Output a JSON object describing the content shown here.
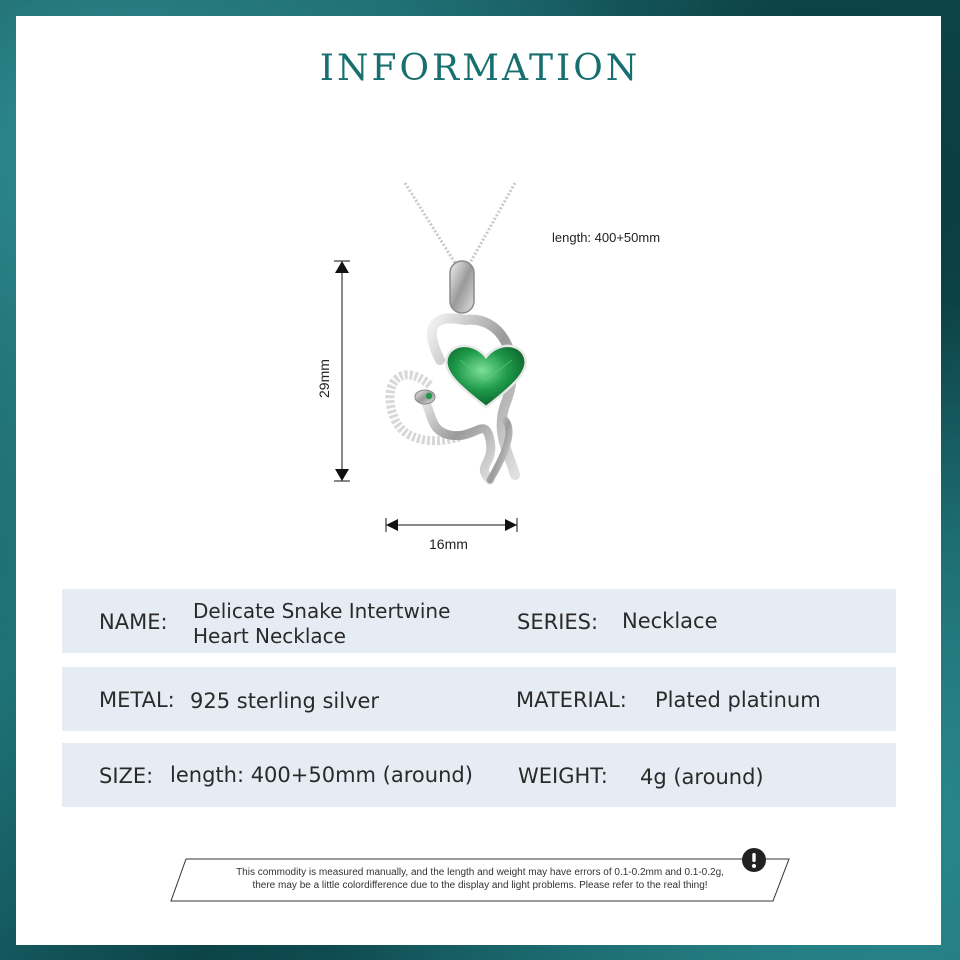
{
  "title": "INFORMATION",
  "dimensions": {
    "chain_length": "length: 400+50mm",
    "height": "29mm",
    "width": "16mm"
  },
  "specs": [
    {
      "label": "NAME:",
      "value_line1": "Delicate Snake Intertwine",
      "value_line2": "Heart Necklace",
      "label2": "SERIES:",
      "value2": "Necklace"
    },
    {
      "label": "METAL:",
      "value": "925 sterling silver",
      "label2": "MATERIAL:",
      "value2": "Plated platinum"
    },
    {
      "label": "SIZE:",
      "value": "length: 400+50mm (around)",
      "label2": "WEIGHT:",
      "value2": "4g (around)"
    }
  ],
  "notice": {
    "line1": "This commodity is measured manually, and the length and weight may have errors of 0.1-0.2mm and 0.1-0.2g,",
    "line2": "there may be a little colordifference due to the display and light problems. Please refer to the real thing!",
    "icon": "exclamation-icon"
  },
  "colors": {
    "title": "#17706f",
    "row_background": "#e6ecf3",
    "gem": "#1f9a4a",
    "frame": "#0d4a4f"
  }
}
